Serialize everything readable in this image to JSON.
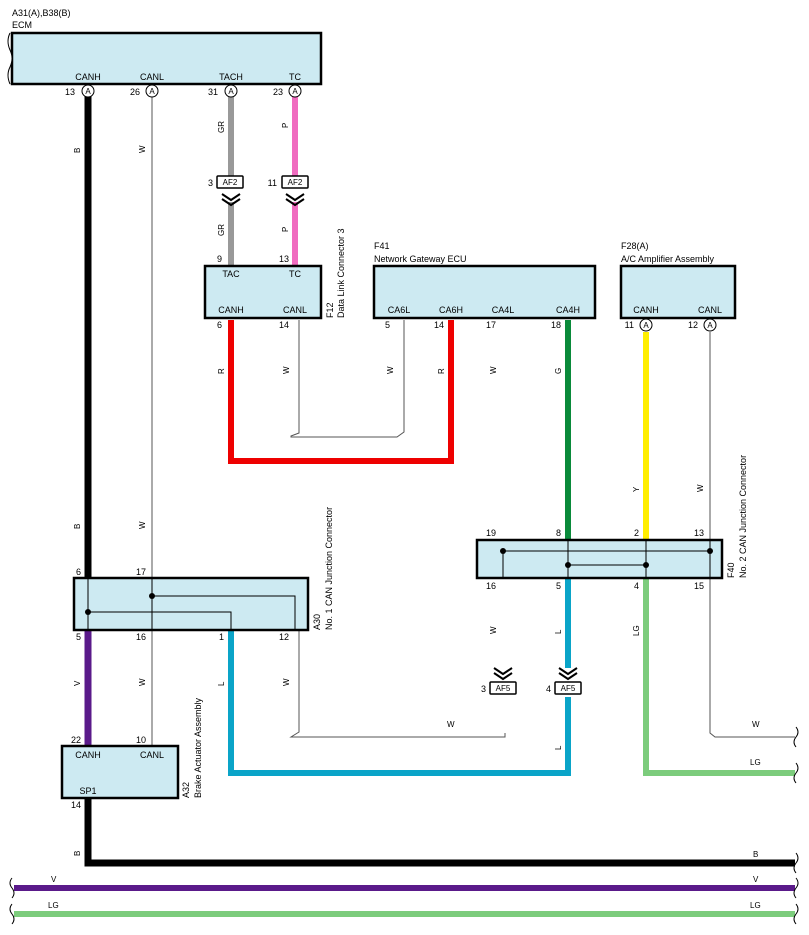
{
  "colors": {
    "B": "#000000",
    "W": "#555555",
    "GR": "#999999",
    "P": "#f06cc0",
    "R": "#ee0000",
    "G": "#0a8a3a",
    "Y": "#ffee00",
    "L": "#0aa4c8",
    "LG": "#7ccc7c",
    "V": "#5a1a8a",
    "box_fill": "#cdeaf2"
  },
  "ecm": {
    "header": "A31(A),B38(B)",
    "name": "ECM",
    "pins": [
      {
        "label": "CANH",
        "num": "13",
        "mark": "A"
      },
      {
        "label": "CANL",
        "num": "26",
        "mark": "A"
      },
      {
        "label": "TACH",
        "num": "31",
        "mark": "A"
      },
      {
        "label": "TC",
        "num": "23",
        "mark": "A"
      }
    ]
  },
  "af2": {
    "label": "AF2",
    "pin_left": "3",
    "pin_right": "11"
  },
  "dlc3": {
    "id": "F12",
    "name": "Data Link Connector 3",
    "top_pins": [
      {
        "label": "TAC",
        "num": "9"
      },
      {
        "label": "TC",
        "num": "13"
      }
    ],
    "bottom_pins": [
      {
        "label": "CANH",
        "num": "6"
      },
      {
        "label": "CANL",
        "num": "14"
      }
    ]
  },
  "gateway": {
    "id": "F41",
    "name": "Network Gateway ECU",
    "pins": [
      {
        "label": "CA6L",
        "num": "5"
      },
      {
        "label": "CA6H",
        "num": "14"
      },
      {
        "label": "CA4L",
        "num": "17"
      },
      {
        "label": "CA4H",
        "num": "18"
      }
    ]
  },
  "ac_amp": {
    "id": "F28(A)",
    "name": "A/C Amplifier Assembly",
    "pins": [
      {
        "label": "CANH",
        "num": "11",
        "mark": "A"
      },
      {
        "label": "CANL",
        "num": "12",
        "mark": "A"
      }
    ]
  },
  "jc2": {
    "id": "F40",
    "name": "No. 2 CAN Junction Connector",
    "top_pins": [
      "19",
      "8",
      "2",
      "13"
    ],
    "bottom_pins": [
      "16",
      "5",
      "4",
      "15"
    ]
  },
  "jc1": {
    "id": "A30",
    "name": "No. 1 CAN Junction Connector",
    "top_pins": [
      "6",
      "17"
    ],
    "bottom_pins": [
      "5",
      "16",
      "1",
      "12"
    ]
  },
  "af5": {
    "label": "AF5",
    "pin_left": "3",
    "pin_right": "4"
  },
  "brake": {
    "id": "A32",
    "name": "Brake Actuator Assembly",
    "top_pins": [
      {
        "label": "CANH",
        "num": "22"
      },
      {
        "label": "CANL",
        "num": "10"
      }
    ],
    "bottom_pin": {
      "label": "SP1",
      "num": "14"
    }
  },
  "wire_labels": {
    "B": "B",
    "W": "W",
    "GR": "GR",
    "P": "P",
    "R": "R",
    "G": "G",
    "Y": "Y",
    "L": "L",
    "LG": "LG",
    "V": "V"
  }
}
